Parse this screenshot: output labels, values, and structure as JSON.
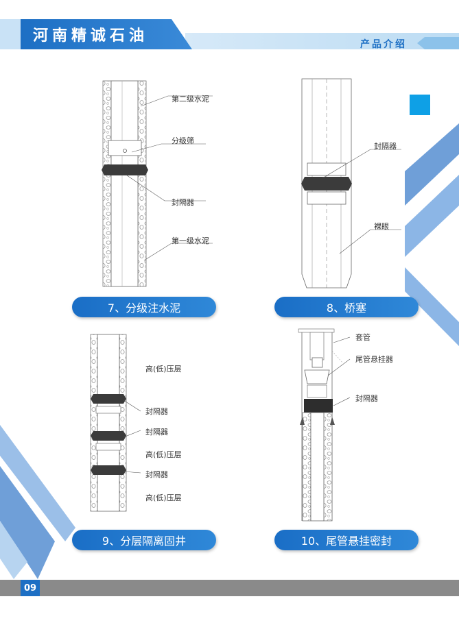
{
  "header": {
    "company": "河南精诚石油",
    "section": "产品介绍"
  },
  "colors": {
    "brand_blue": "#1d6fc4",
    "accent_cyan": "#0ea0e6",
    "packer_dark": "#333333"
  },
  "diagrams": [
    {
      "caption": "7、分级注水泥",
      "labels": [
        "第二级水泥",
        "分级筛",
        "封隔器",
        "第一级水泥"
      ]
    },
    {
      "caption": "8、桥塞",
      "labels": [
        "封隔器",
        "裸眼"
      ]
    },
    {
      "caption": "9、分层隔离固井",
      "labels": [
        "高(低)压层",
        "封隔器",
        "封隔器",
        "高(低)压层",
        "封隔器",
        "高(低)压层"
      ]
    },
    {
      "caption": "10、尾管悬挂密封",
      "labels": [
        "套管",
        "尾管悬挂器",
        "封隔器"
      ]
    }
  ],
  "footer": {
    "page_number": "09"
  }
}
